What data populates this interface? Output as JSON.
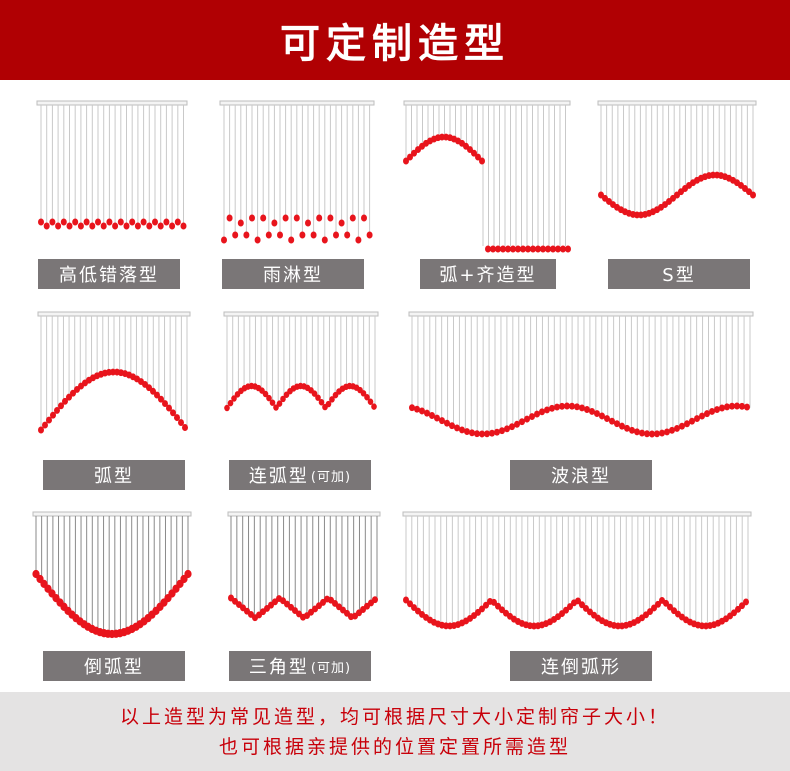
{
  "header": {
    "title": "可定制造型"
  },
  "styles": [
    {
      "label": "高低错落型",
      "note": "",
      "icon": "staggered-curtain-icon"
    },
    {
      "label": "雨淋型",
      "note": "",
      "icon": "rain-curtain-icon"
    },
    {
      "label": "弧+齐造型",
      "note": "",
      "icon": "arc-flat-curtain-icon"
    },
    {
      "label": "S型",
      "note": "",
      "icon": "s-curve-curtain-icon"
    },
    {
      "label": "弧型",
      "note": "",
      "icon": "arc-curtain-icon"
    },
    {
      "label": "连弧型",
      "note": "(可加)",
      "icon": "multi-arc-curtain-icon"
    },
    {
      "label": "波浪型",
      "note": "",
      "icon": "wave-curtain-icon"
    },
    {
      "label": "倒弧型",
      "note": "",
      "icon": "inverted-arc-curtain-icon"
    },
    {
      "label": "三角型",
      "note": "(可加)",
      "icon": "triangle-curtain-icon"
    },
    {
      "label": "连倒弧形",
      "note": "",
      "icon": "multi-inverted-arc-curtain-icon"
    }
  ],
  "footer": {
    "line1": "以上造型为常见造型，均可根据尺寸大小定制帘子大小！",
    "line2": "也可根据亲提供的位置定置所需造型"
  },
  "colors": {
    "accent": "#b00003",
    "bead": "#e8141c",
    "label_bg": "#7a7677",
    "footer_bg": "#e4e3e3"
  }
}
